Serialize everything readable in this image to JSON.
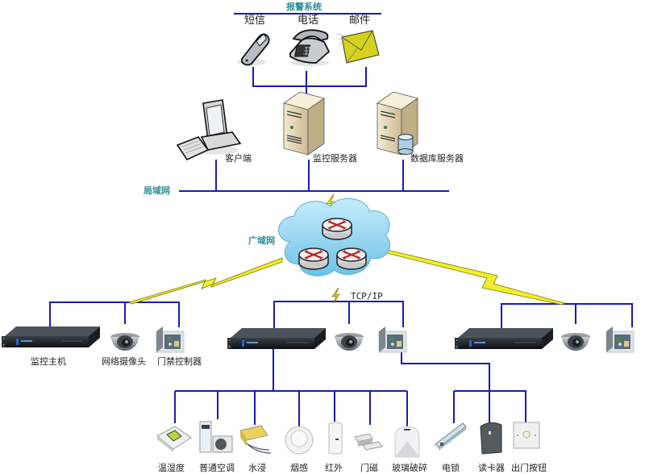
{
  "alarm_system": {
    "title": "报警系统",
    "channels": [
      {
        "label": "短信",
        "icon": "mobile-phone-icon"
      },
      {
        "label": "电话",
        "icon": "desk-telephone-icon"
      },
      {
        "label": "邮件",
        "icon": "email-envelope-icon"
      }
    ]
  },
  "lan": {
    "label": "局域网",
    "nodes": [
      {
        "label": "客户端",
        "icon": "client-computer-icon"
      },
      {
        "label": "监控服务器",
        "icon": "server-icon"
      },
      {
        "label": "数据库服务器",
        "icon": "database-server-icon"
      }
    ]
  },
  "wan": {
    "label": "广域网",
    "protocol": "TCP/IP",
    "icon": "cloud-routers-icon"
  },
  "sites": [
    {
      "host": "监控主机",
      "camera": "网络摄像头",
      "access_controller": "门禁控制器"
    },
    {
      "host": "",
      "camera": "",
      "access_controller": ""
    },
    {
      "host": "",
      "camera": "",
      "access_controller": ""
    }
  ],
  "sensors": [
    {
      "label": "温湿度",
      "icon": "thermo-hygrometer-icon"
    },
    {
      "label": "普通空调",
      "icon": "air-conditioner-icon"
    },
    {
      "label": "水浸",
      "icon": "water-leak-sensor-icon"
    },
    {
      "label": "烟感",
      "icon": "smoke-detector-icon"
    },
    {
      "label": "红外",
      "icon": "infrared-detector-icon"
    },
    {
      "label": "门磁",
      "icon": "door-magnet-icon"
    },
    {
      "label": "玻璃破碎",
      "icon": "glass-break-detector-icon"
    }
  ],
  "access_devices": [
    {
      "label": "电锁",
      "icon": "electric-lock-icon"
    },
    {
      "label": "读卡器",
      "icon": "card-reader-icon"
    },
    {
      "label": "出门按钮",
      "icon": "exit-button-icon"
    }
  ],
  "colors": {
    "line": "#1a1ab8",
    "net_label": "#2a8c9c",
    "lightning": "#f2ee2a",
    "cloud": "#8fd0ec"
  }
}
